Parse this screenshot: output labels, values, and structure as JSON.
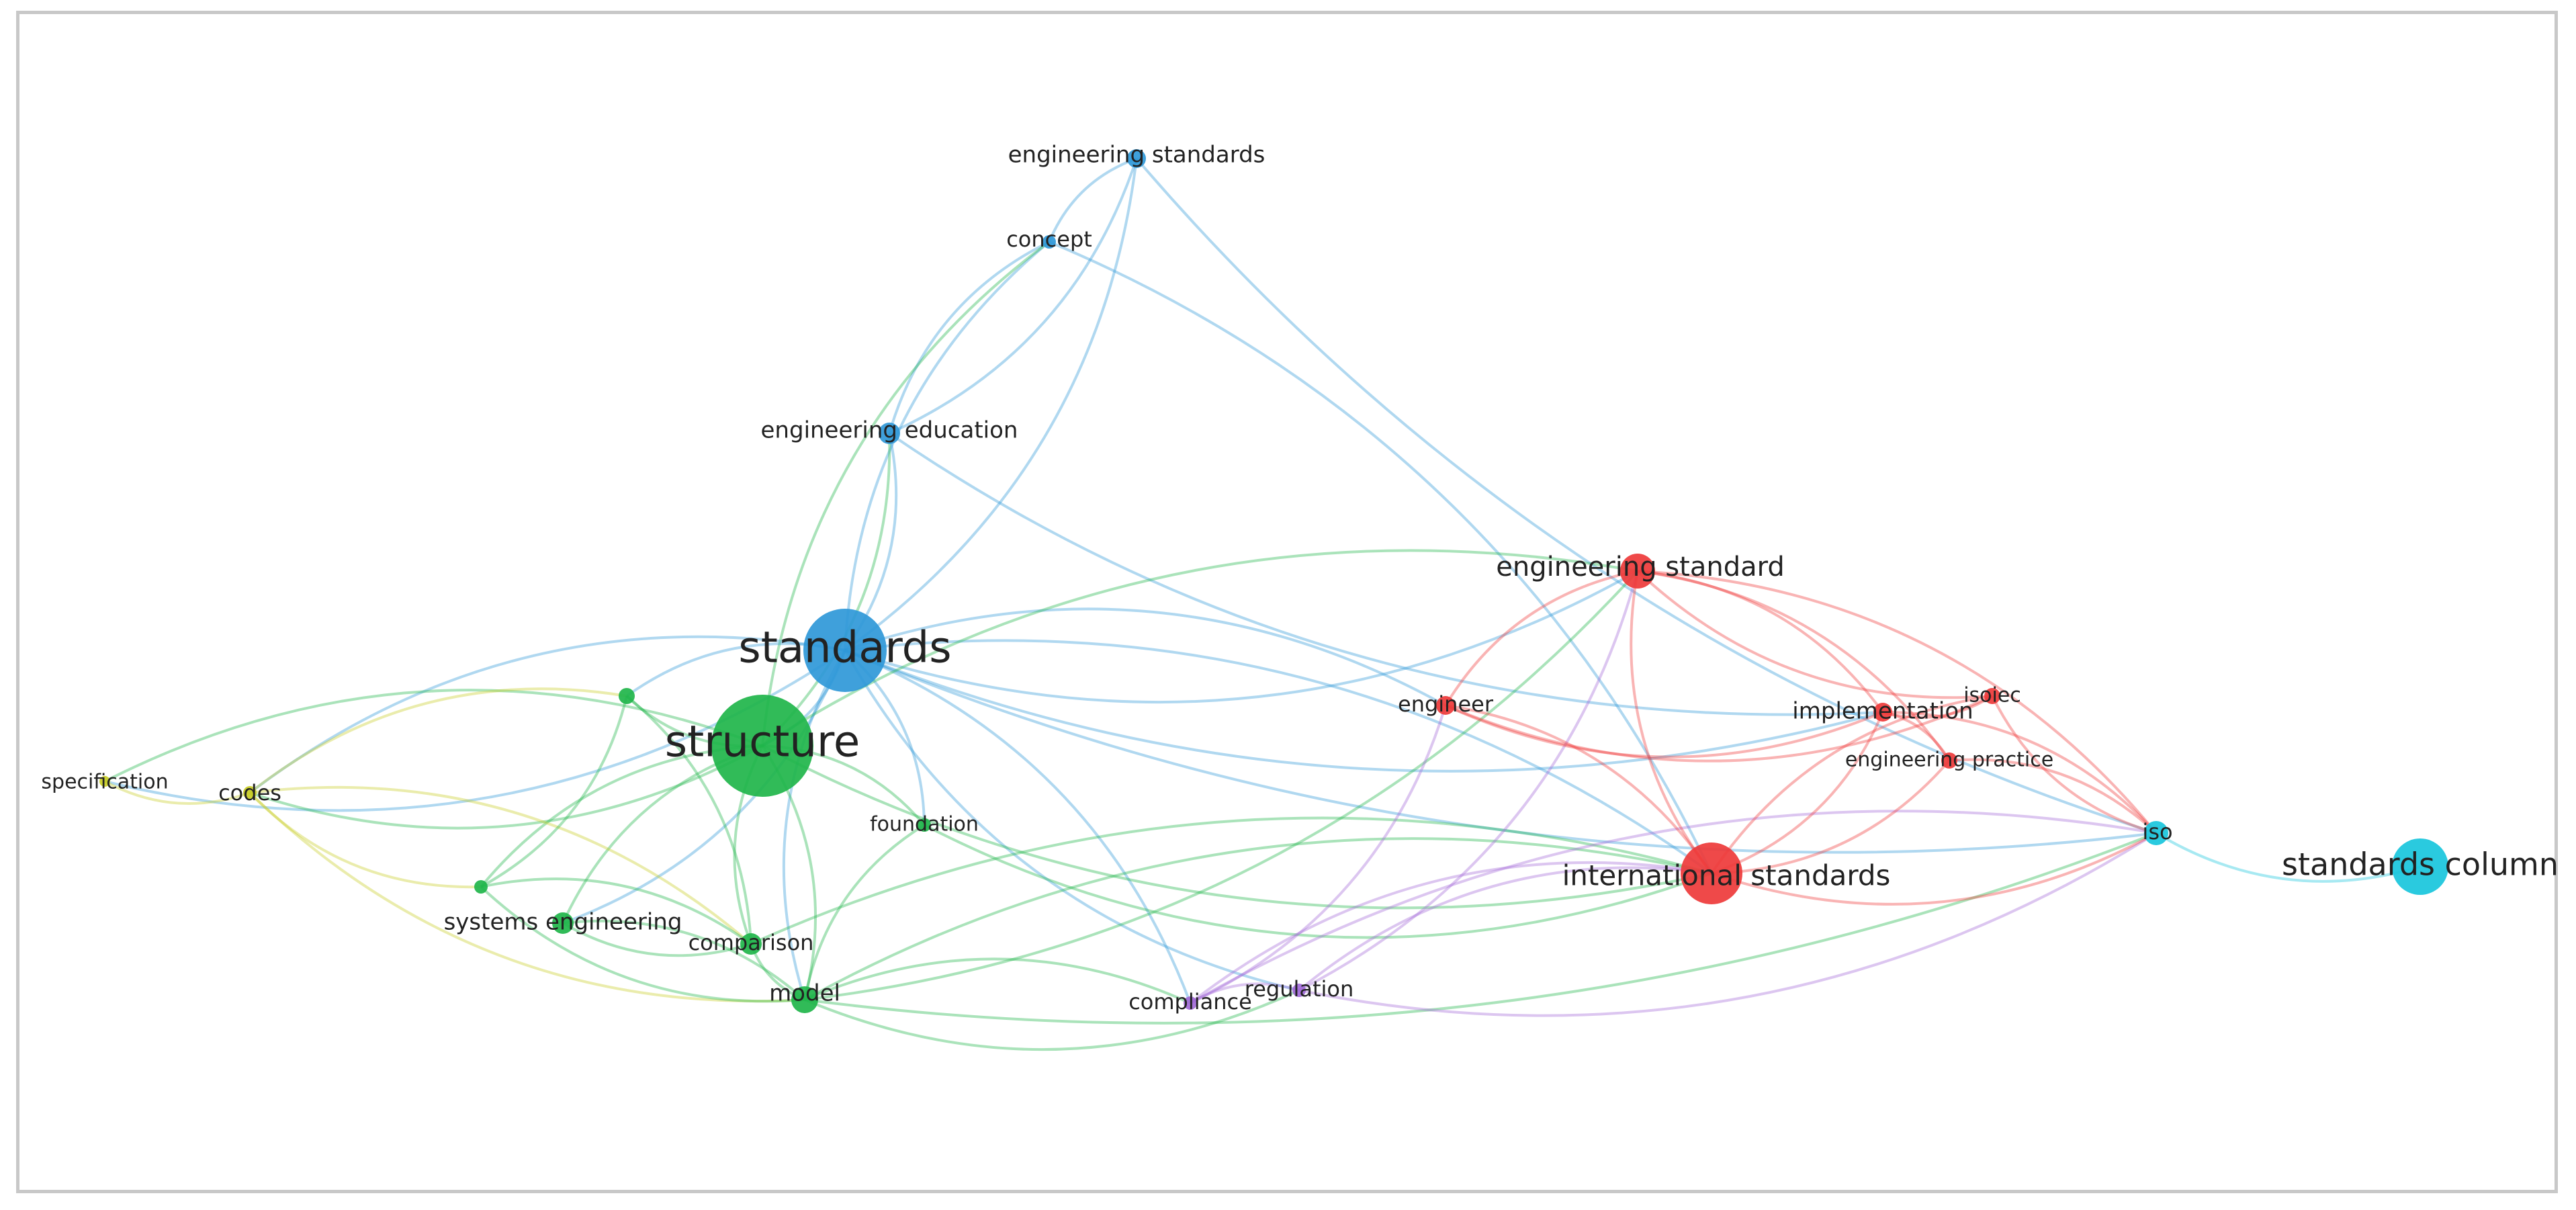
{
  "nodes": [
    {
      "id": "engineering_standards",
      "label": "engineering standards",
      "cluster": "blue",
      "weight": 0.35
    },
    {
      "id": "concept",
      "label": "concept",
      "cluster": "blue",
      "weight": 0.2
    },
    {
      "id": "engineering_education",
      "label": "engineering education",
      "cluster": "blue",
      "weight": 0.3
    },
    {
      "id": "standards",
      "label": "standards",
      "cluster": "blue",
      "weight": 1.0
    },
    {
      "id": "structure",
      "label": "structure",
      "cluster": "green",
      "weight": 0.9
    },
    {
      "id": "unlabeled_green",
      "label": "",
      "cluster": "green",
      "weight": 0.15
    },
    {
      "id": "specification",
      "label": "specification",
      "cluster": "yellow",
      "weight": 0.12
    },
    {
      "id": "codes",
      "label": "codes",
      "cluster": "yellow",
      "weight": 0.25
    },
    {
      "id": "foundation",
      "label": "foundation",
      "cluster": "green",
      "weight": 0.18
    },
    {
      "id": "systems_engineering_node",
      "label": "",
      "cluster": "green",
      "weight": 0.15
    },
    {
      "id": "systems_engineering",
      "label": "systems engineering",
      "cluster": "green",
      "weight": 0.3
    },
    {
      "id": "comparison",
      "label": "comparison",
      "cluster": "green",
      "weight": 0.28
    },
    {
      "id": "model",
      "label": "model",
      "cluster": "green",
      "weight": 0.35
    },
    {
      "id": "compliance",
      "label": "compliance",
      "cluster": "purple",
      "weight": 0.2
    },
    {
      "id": "regulation",
      "label": "regulation",
      "cluster": "purple",
      "weight": 0.2
    },
    {
      "id": "engineering_standard",
      "label": "engineering standard",
      "cluster": "red",
      "weight": 0.45
    },
    {
      "id": "engineer",
      "label": "engineer",
      "cluster": "red",
      "weight": 0.25
    },
    {
      "id": "implementation",
      "label": "implementation",
      "cluster": "red",
      "weight": 0.3
    },
    {
      "id": "isoiec",
      "label": "isoiec",
      "cluster": "red",
      "weight": 0.2
    },
    {
      "id": "engineering_practice",
      "label": "engineering practice",
      "cluster": "red",
      "weight": 0.22
    },
    {
      "id": "international_standards",
      "label": "international standards",
      "cluster": "red",
      "weight": 0.6
    },
    {
      "id": "iso",
      "label": "iso",
      "cluster": "cyan",
      "weight": 0.35
    },
    {
      "id": "standards_column",
      "label": "standards column",
      "cluster": "cyan",
      "weight": 0.6
    }
  ],
  "edges": [
    [
      "standards",
      "engineering_standards"
    ],
    [
      "standards",
      "concept"
    ],
    [
      "standards",
      "engineering_education"
    ],
    [
      "engineering_education",
      "concept"
    ],
    [
      "engineering_education",
      "engineering_standards"
    ],
    [
      "concept",
      "engineering_standards"
    ],
    [
      "structure",
      "engineering_education"
    ],
    [
      "structure",
      "concept"
    ],
    [
      "engineering_standards",
      "iso"
    ],
    [
      "concept",
      "international_standards"
    ],
    [
      "engineering_education",
      "implementation"
    ],
    [
      "standards",
      "structure"
    ],
    [
      "standards",
      "codes"
    ],
    [
      "standards",
      "specification"
    ],
    [
      "standards",
      "model"
    ],
    [
      "standards",
      "compliance"
    ],
    [
      "standards",
      "engineering_standard"
    ],
    [
      "standards",
      "international_standards"
    ],
    [
      "standards",
      "iso"
    ],
    [
      "standards",
      "engineer"
    ],
    [
      "standards",
      "implementation"
    ],
    [
      "standards",
      "foundation"
    ],
    [
      "standards",
      "unlabeled_green"
    ],
    [
      "standards",
      "systems_engineering"
    ],
    [
      "standards",
      "regulation"
    ],
    [
      "structure",
      "codes"
    ],
    [
      "structure",
      "specification"
    ],
    [
      "structure",
      "foundation"
    ],
    [
      "structure",
      "comparison"
    ],
    [
      "structure",
      "model"
    ],
    [
      "structure",
      "systems_engineering"
    ],
    [
      "structure",
      "unlabeled_green"
    ],
    [
      "structure",
      "systems_engineering_node"
    ],
    [
      "structure",
      "engineering_standard"
    ],
    [
      "structure",
      "international_standards"
    ],
    [
      "codes",
      "specification"
    ],
    [
      "codes",
      "systems_engineering_node"
    ],
    [
      "codes",
      "comparison"
    ],
    [
      "codes",
      "model"
    ],
    [
      "codes",
      "unlabeled_green"
    ],
    [
      "systems_engineering_node",
      "unlabeled_green"
    ],
    [
      "systems_engineering",
      "model"
    ],
    [
      "systems_engineering",
      "comparison"
    ],
    [
      "systems_engineering_node",
      "comparison"
    ],
    [
      "systems_engineering_node",
      "model"
    ],
    [
      "unlabeled_green",
      "comparison"
    ],
    [
      "comparison",
      "model"
    ],
    [
      "model",
      "foundation"
    ],
    [
      "model",
      "engineering_standard"
    ],
    [
      "model",
      "international_standards"
    ],
    [
      "model",
      "regulation"
    ],
    [
      "model",
      "compliance"
    ],
    [
      "model",
      "iso"
    ],
    [
      "comparison",
      "international_standards"
    ],
    [
      "foundation",
      "international_standards"
    ],
    [
      "compliance",
      "international_standards"
    ],
    [
      "compliance",
      "engineer"
    ],
    [
      "compliance",
      "regulation"
    ],
    [
      "regulation",
      "engineering_standard"
    ],
    [
      "regulation",
      "international_standards"
    ],
    [
      "regulation",
      "iso"
    ],
    [
      "compliance",
      "iso"
    ],
    [
      "engineering_standard",
      "engineer"
    ],
    [
      "engineering_standard",
      "implementation"
    ],
    [
      "engineering_standard",
      "isoiec"
    ],
    [
      "engineering_standard",
      "engineering_practice"
    ],
    [
      "engineering_standard",
      "international_standards"
    ],
    [
      "engineering_standard",
      "iso"
    ],
    [
      "engineer",
      "implementation"
    ],
    [
      "engineer",
      "international_standards"
    ],
    [
      "engineer",
      "isoiec"
    ],
    [
      "implementation",
      "international_standards"
    ],
    [
      "implementation",
      "isoiec"
    ],
    [
      "implementation",
      "engineering_practice"
    ],
    [
      "isoiec",
      "international_standards"
    ],
    [
      "engineering_practice",
      "international_standards"
    ],
    [
      "international_standards",
      "iso"
    ],
    [
      "implementation",
      "iso"
    ],
    [
      "isoiec",
      "iso"
    ],
    [
      "engineering_practice",
      "iso"
    ],
    [
      "iso",
      "standards_column"
    ]
  ],
  "colors": {
    "blue": "#2f98d8",
    "green": "#1fb54a",
    "yellow": "#c8cc24",
    "purple": "#a26ad8",
    "red": "#ee3a3a",
    "cyan": "#18c6dc"
  }
}
